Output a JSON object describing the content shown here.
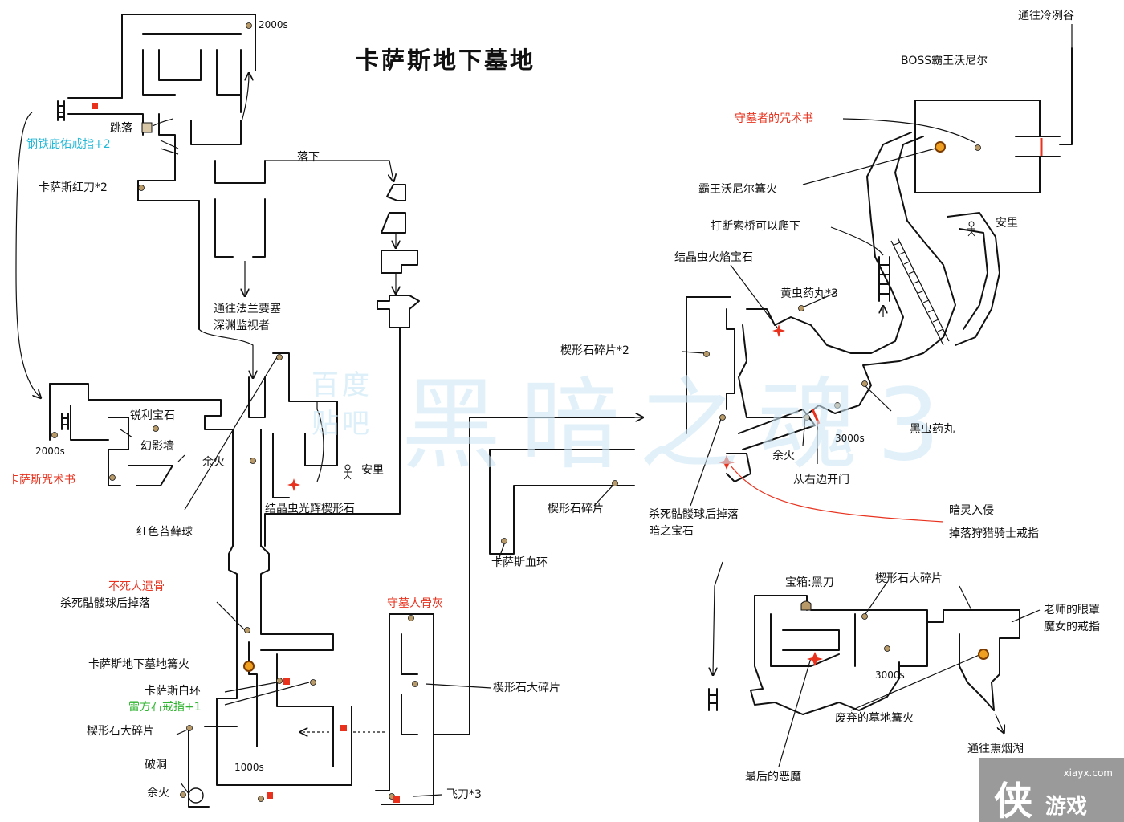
{
  "title": "卡萨斯地下墓地",
  "watermark": {
    "main": "黑暗之魂3",
    "small_line1": "百度",
    "small_line2": "贴吧"
  },
  "colors": {
    "red": "#e8321e",
    "cyan": "#20b8d8",
    "green": "#2fb52f",
    "bonfire": "#f0a020",
    "item_dot": "#b89a68"
  },
  "labels": {
    "t2000_top": "2000s",
    "tiaoluo": "跳落",
    "steel_ring": "钢铁庇佑戒指+2",
    "red_sword": "卡萨斯红刀*2",
    "luoxia": "落下",
    "to_farron_1": "通往法兰要塞",
    "to_farron_2": "深渊监视者",
    "sharp_gem": "锐利宝石",
    "illusion_wall": "幻影墙",
    "t2000_left": "2000s",
    "carthus_pyro": "卡萨斯咒术书",
    "ember_1": "余火",
    "anri_1": "安里",
    "crystal_twinkling": "结晶虫光辉楔形石",
    "red_moss": "红色苔藓球",
    "undead_bone": "不死人遗骨",
    "kill_ball_1": "杀死骷髅球后掉落",
    "catacombs_bonfire": "卡萨斯地下墓地篝火",
    "carthus_milkring": "卡萨斯白环",
    "lightning_ring": "雷方石戒指+1",
    "titanite_large_1": "楔形石大碎片",
    "hole": "破洞",
    "ember_2": "余火",
    "t1000": "1000s",
    "grave_warden_ash": "守墓人骨灰",
    "titanite_large_2": "楔形石大碎片",
    "throwing_knife": "飞刀*3",
    "titanite_shard_x2": "楔形石碎片*2",
    "titanite_shard": "楔形石碎片",
    "bloodring": "卡萨斯血环",
    "kill_ball_2a": "杀死骷髅球后掉落",
    "kill_ball_2b": "暗之宝石",
    "invade_1": "暗灵入侵",
    "invade_2": "掉落狩猎骑士戒指",
    "ember_3": "余火",
    "open_right": "从右边开门",
    "t3000_mid": "3000s",
    "black_bug": "黑虫药丸",
    "yellow_bug": "黄虫药丸*3",
    "crystal_fire_gem": "结晶虫火焰宝石",
    "break_bridge": "打断索桥可以爬下",
    "anri_2": "安里",
    "wolnir_bonfire": "霸王沃尼尔篝火",
    "warden_pyro": "守墓者的咒术书",
    "boss": "BOSS霸王沃尼尔",
    "to_irithyll": "通往冷冽谷",
    "chest_black_blade": "宝箱:黑刀",
    "titanite_large_3": "楔形石大碎片",
    "teacher_1": "老师的眼罩",
    "teacher_2": "魔女的戒指",
    "t3000_bottom": "3000s",
    "abandoned_bonfire": "废弃的墓地篝火",
    "to_smouldering": "通往熏烟湖",
    "old_demon": "最后的恶魔"
  },
  "logo": {
    "url": "xiayx.com",
    "char": "侠",
    "text": "游戏"
  }
}
